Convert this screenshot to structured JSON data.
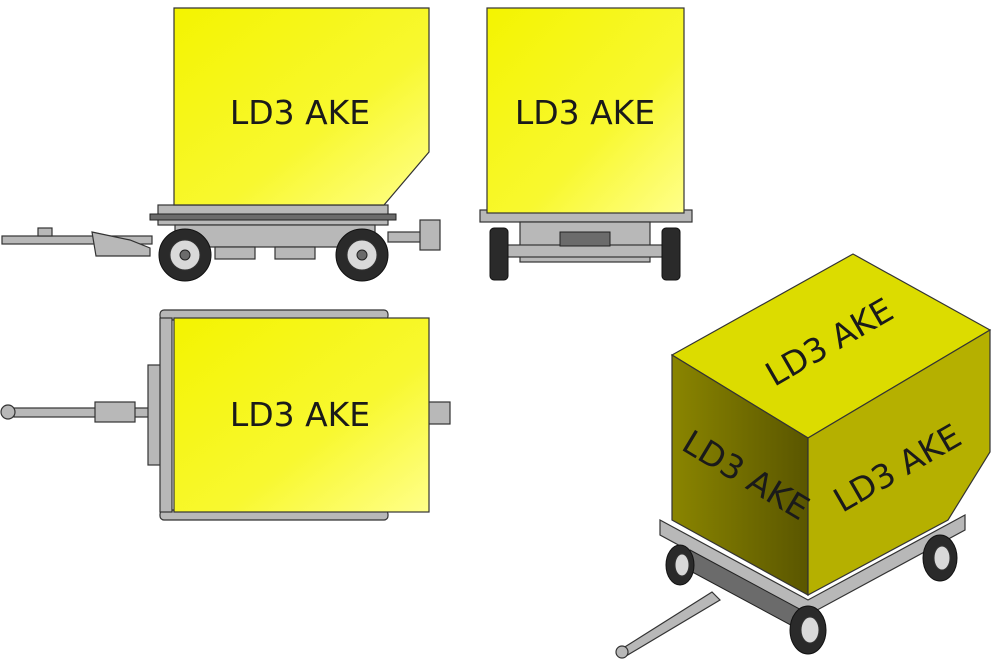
{
  "colors": {
    "container": "#f7f720",
    "container_highlight": "#ffff80",
    "iso_top": "#dcdc00",
    "iso_left": "#6b6600",
    "iso_right": "#b5b000",
    "frame": "#b8b8b8"
  },
  "views": {
    "side": {
      "label": "LD3 AKE"
    },
    "rear": {
      "label": "LD3 AKE"
    },
    "top": {
      "label": "LD3 AKE"
    },
    "iso": {
      "top_label": "LD3 AKE",
      "left_label": "LD3 AKE",
      "right_label": "LD3 AKE"
    }
  }
}
